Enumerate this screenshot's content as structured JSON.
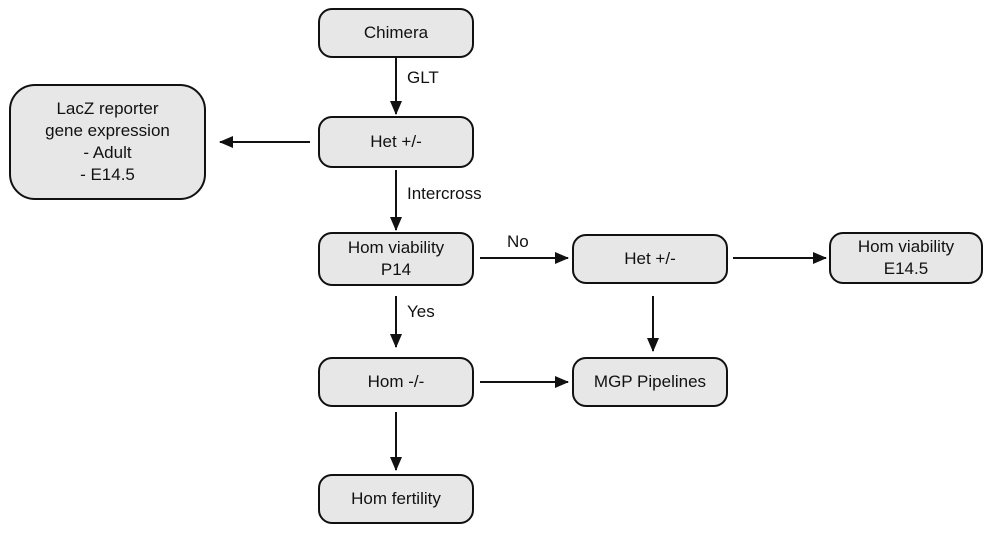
{
  "nodes": {
    "chimera": [
      "Chimera"
    ],
    "het_top": [
      "Het +/-"
    ],
    "lacz": [
      "LacZ reporter",
      "gene expression",
      "- Adult",
      "- E14.5"
    ],
    "hom_viability_p14": [
      "Hom viability",
      "P14"
    ],
    "het_right": [
      "Het +/-"
    ],
    "hom_viability_e145": [
      "Hom viability",
      "E14.5"
    ],
    "hom_minus": [
      "Hom -/-"
    ],
    "mgp_pipelines": [
      "MGP Pipelines"
    ],
    "hom_fertility": [
      "Hom fertility"
    ]
  },
  "edge_labels": {
    "glt": "GLT",
    "intercross": "Intercross",
    "no": "No",
    "yes": "Yes"
  },
  "colors": {
    "node_fill": "#e7e7e7",
    "stroke": "#111111"
  }
}
